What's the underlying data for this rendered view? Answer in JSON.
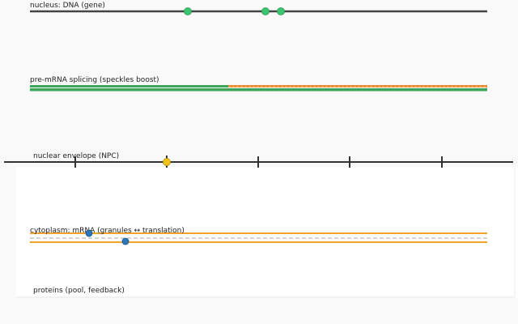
{
  "lanes": {
    "nucleus_label": "nucleus: DNA (gene)",
    "splicing_label": "pre-mRNA splicing (speckles boost)",
    "envelope_label": "nuclear envelope (NPC)",
    "cytoplasm_label": "cytoplasm: mRNA (granules ↔ translation)",
    "proteins_label": "proteins (pool, feedback)"
  },
  "colors": {
    "axis": "#444444",
    "gene_marker": "#3cc46f",
    "spliced": "#3ba55c",
    "unspliced": "#e98a2c",
    "npc_marker": "#f2c418",
    "mrna_marker": "#2b77b8",
    "cytoplasm_line": "#f0a32c",
    "dashed_line": "#b9b9b9",
    "panel": "#ffffff"
  }
}
